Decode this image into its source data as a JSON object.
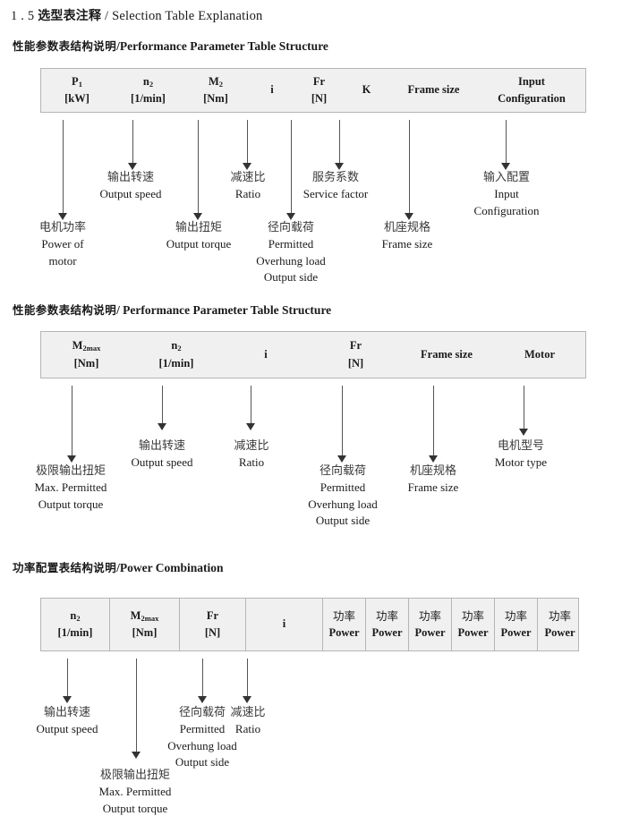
{
  "document": {
    "section_number": "1 . 5",
    "title_cn": "选型表注释",
    "title_sep": "/",
    "title_en": "Selection Table Explanation"
  },
  "sections": [
    {
      "heading_cn": "性能参数表结构说明",
      "heading_sep": "/",
      "heading_en": "Performance Parameter Table Structure",
      "table": {
        "columns": [
          {
            "line1": "P",
            "sub1": "1",
            "line2": "[kW]"
          },
          {
            "line1": "n",
            "sub1": "2",
            "line2": "[1/min]"
          },
          {
            "line1": "M",
            "sub1": "2",
            "line2": "[Nm]"
          },
          {
            "line1": "i",
            "sub1": "",
            "line2": ""
          },
          {
            "line1": "Fr",
            "sub1": "",
            "line2": "[N]"
          },
          {
            "line1": "K",
            "sub1": "",
            "line2": ""
          },
          {
            "line1": "Frame size",
            "sub1": "",
            "line2": ""
          },
          {
            "line1": "Input",
            "sub1": "",
            "line2": "Configuration"
          }
        ]
      },
      "callouts": [
        {
          "cn": "电机功率",
          "en": [
            "Power of",
            "motor"
          ]
        },
        {
          "cn": "输出转速",
          "en": [
            "Output speed"
          ]
        },
        {
          "cn": "输出扭矩",
          "en": [
            "Output torque"
          ]
        },
        {
          "cn": "减速比",
          "en": [
            "Ratio"
          ]
        },
        {
          "cn": "径向载荷",
          "en": [
            "Permitted",
            "Overhung load",
            "Output side"
          ]
        },
        {
          "cn": "服务系数",
          "en": [
            "Service factor"
          ]
        },
        {
          "cn": "机座规格",
          "en": [
            "Frame size"
          ]
        },
        {
          "cn": "输入配置",
          "en": [
            "Input",
            "Configuration"
          ]
        }
      ]
    },
    {
      "heading_cn": "性能参数表结构说明",
      "heading_sep": "/",
      "heading_en": "Performance Parameter Table Structure",
      "table": {
        "columns": [
          {
            "line1": "M",
            "sub1": "2max",
            "line2": "[Nm]"
          },
          {
            "line1": "n",
            "sub1": "2",
            "line2": "[1/min]"
          },
          {
            "line1": "i",
            "sub1": "",
            "line2": ""
          },
          {
            "line1": "Fr",
            "sub1": "",
            "line2": "[N]"
          },
          {
            "line1": "Frame size",
            "sub1": "",
            "line2": ""
          },
          {
            "line1": "Motor",
            "sub1": "",
            "line2": ""
          }
        ]
      },
      "callouts": [
        {
          "cn": "极限输出扭矩",
          "en": [
            "Max. Permitted",
            "Output  torque"
          ]
        },
        {
          "cn": "输出转速",
          "en": [
            "Output speed"
          ]
        },
        {
          "cn": "减速比",
          "en": [
            "Ratio"
          ]
        },
        {
          "cn": "径向载荷",
          "en": [
            "Permitted",
            "Overhung load",
            "Output side"
          ]
        },
        {
          "cn": "机座规格",
          "en": [
            "Frame size"
          ]
        },
        {
          "cn": "电机型号",
          "en": [
            "Motor type"
          ]
        }
      ]
    },
    {
      "heading_cn": "功率配置表结构说明",
      "heading_sep": "/",
      "heading_en": "Power Combination",
      "table": {
        "columns": [
          {
            "line1": "n",
            "sub1": "2",
            "line2": "[1/min]"
          },
          {
            "line1": "M",
            "sub1": "2max",
            "line2": "[Nm]"
          },
          {
            "line1": "Fr",
            "sub1": "",
            "line2": "[N]"
          },
          {
            "line1": "i",
            "sub1": "",
            "line2": ""
          },
          {
            "line1": "功率",
            "sub1": "",
            "line2": "Power"
          },
          {
            "line1": "功率",
            "sub1": "",
            "line2": "Power"
          },
          {
            "line1": "功率",
            "sub1": "",
            "line2": "Power"
          },
          {
            "line1": "功率",
            "sub1": "",
            "line2": "Power"
          },
          {
            "line1": "功率",
            "sub1": "",
            "line2": "Power"
          },
          {
            "line1": "功率",
            "sub1": "",
            "line2": "Power"
          }
        ]
      },
      "callouts": [
        {
          "cn": "输出转速",
          "en": [
            "Output speed"
          ]
        },
        {
          "cn": "极限输出扭矩",
          "en": [
            "Max. Permitted",
            "Output  torque"
          ]
        },
        {
          "cn": "径向载荷",
          "en": [
            "Permitted",
            "Overhung load",
            "Output side"
          ]
        },
        {
          "cn": "减速比",
          "en": [
            "Ratio"
          ]
        }
      ]
    }
  ],
  "colors": {
    "table_fill": "#f0f0f0",
    "table_border": "#b5b5b5",
    "arrow": "#333333",
    "text": "#1a1a1a"
  }
}
